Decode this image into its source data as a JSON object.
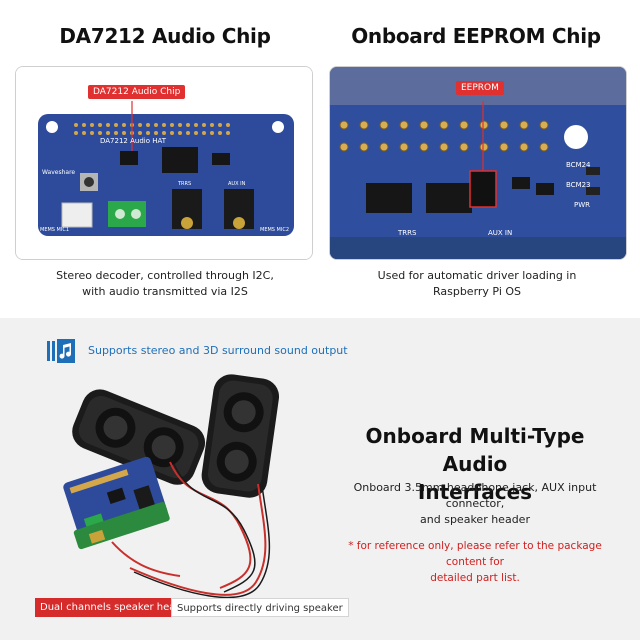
{
  "sections": {
    "audio_chip": {
      "title": "DA7212 Audio Chip",
      "callout": "DA7212 Audio Chip",
      "caption_line1": "Stereo decoder, controlled through I2C,",
      "caption_line2": "with audio transmitted via I2S",
      "board_labels": {
        "product": "DA7212 Audio HAT",
        "brand": "Waveshare",
        "mems": "MEMS MIC1",
        "mems2": "MEMS MIC2",
        "trrs": "TRRS",
        "aux": "AUX IN"
      }
    },
    "eeprom": {
      "title": "Onboard EEPROM Chip",
      "callout": "EEPROM",
      "caption_line1": "Used for automatic driver loading in",
      "caption_line2": "Raspberry Pi OS",
      "board_labels": {
        "bcm24": "BCM24",
        "bcm23": "BCM23",
        "pwr": "PWR",
        "trrs": "TRRS",
        "aux": "AUX IN"
      }
    },
    "interfaces": {
      "badge_text": "Supports stereo and 3D surround sound output",
      "title_line1": "Onboard Multi-Type Audio",
      "title_line2": "Interfaces",
      "desc_line1": "Onboard 3.5mm headphone jack, AUX input connector,",
      "desc_line2": "and speaker header",
      "note_line1": "* for reference only, please refer to the package content for",
      "note_line2": "detailed part list.",
      "tag_red": "Dual channels speaker header",
      "tag_grey": "Supports directly driving speaker"
    }
  },
  "colors": {
    "pcb_blue": "#2d4b9a",
    "callout_red": "#e0302f",
    "badge_blue": "#1f6fb8",
    "note_red": "#d11e1e"
  }
}
